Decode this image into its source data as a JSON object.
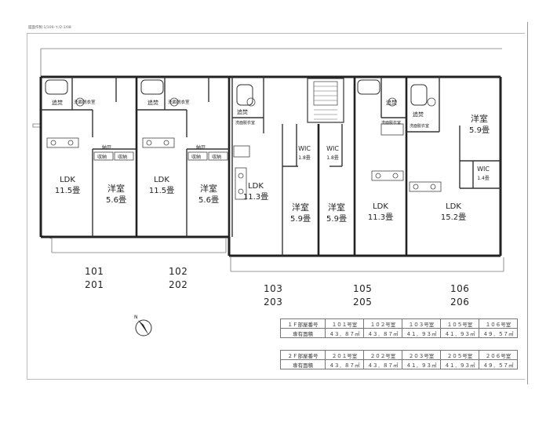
{
  "header": {
    "text": "図面作製:1/100-ｔ/2-1/08"
  },
  "rooms": {
    "ldk": "LDK",
    "western": "洋室",
    "wic": "WIC",
    "bath_extra": "追焚",
    "washroom": "洗面脱衣室",
    "pantry": "納戸",
    "storage": "収納",
    "area_11_5": "11.5畳",
    "area_11_3": "11.3畳",
    "area_15_2": "15.2畳",
    "area_5_6": "5.6畳",
    "area_5_9": "5.9畳",
    "area_1_8": "1.8畳",
    "area_1_4": "1.4畳"
  },
  "units": [
    {
      "first": "101",
      "second": "201"
    },
    {
      "first": "102",
      "second": "202"
    },
    {
      "first": "103",
      "second": "203"
    },
    {
      "first": "105",
      "second": "205"
    },
    {
      "first": "106",
      "second": "206"
    }
  ],
  "area_table_1f": {
    "label_room": "１Ｆ部屋番号",
    "label_area": "専有面積",
    "rooms": [
      "１０１号室",
      "１０２号室",
      "１０３号室",
      "１０５号室",
      "１０６号室"
    ],
    "areas": [
      "４３．８７㎡",
      "４３．８７㎡",
      "４１．９３㎡",
      "４１．９３㎡",
      "４９．５７㎡"
    ]
  },
  "area_table_2f": {
    "label_room": "２Ｆ部屋番号",
    "label_area": "専有面積",
    "rooms": [
      "２０１号室",
      "２０２号室",
      "２０３号室",
      "２０５号室",
      "２０６号室"
    ],
    "areas": [
      "４３．８７㎡",
      "４３．８７㎡",
      "４１．９３㎡",
      "４１．９３㎡",
      "４９．５７㎡"
    ]
  },
  "compass": {
    "label": "N"
  }
}
